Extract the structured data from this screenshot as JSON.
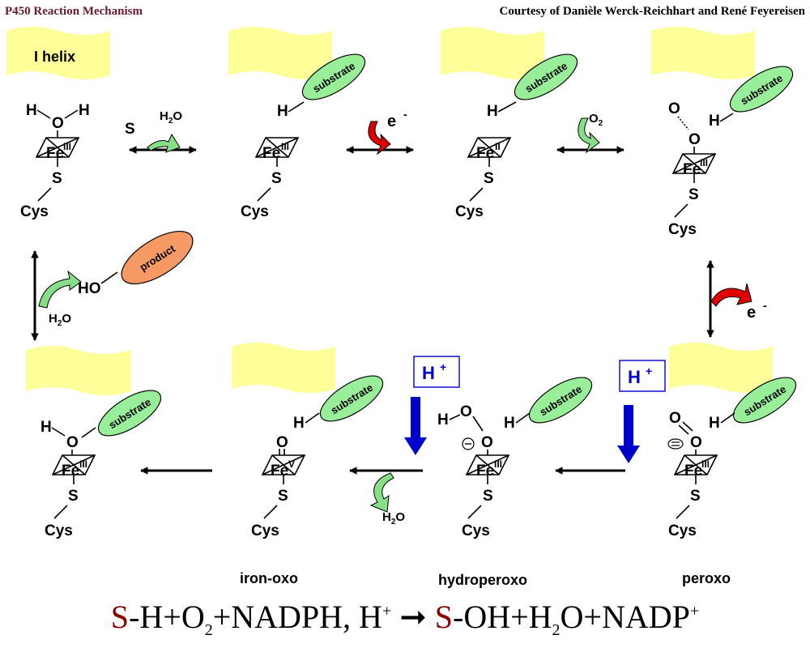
{
  "header": {
    "title": "P450 Reaction Mechanism",
    "credit": "Courtesy of Danièle Werck-Reichhart and René Feyereisen"
  },
  "labels": {
    "helix": "I helix",
    "substrate": "substrate",
    "product": "product",
    "cys": "Cys",
    "s": "S",
    "h": "H",
    "o": "O",
    "ho": "HO",
    "fe": "Fe",
    "ox_III": "III",
    "ox_II": "II",
    "ox_V": "V",
    "s_reactant": "S",
    "h2o_h": "H",
    "h2o_2": "2",
    "h2o_o": "O",
    "o2_o": "O",
    "o2_2": "2",
    "e": "e",
    "minus": "-",
    "h_plus_h": "H",
    "h_plus_sign": "+"
  },
  "intermediates": {
    "iron_oxo": "iron-oxo",
    "hydroperoxo": "hydroperoxo",
    "peroxo": "peroxo"
  },
  "equation": {
    "s1": "S",
    "part1": "-H+O",
    "sub1": "2",
    "part2": "+NADPH, H",
    "sup1": "+",
    "arrow": " ➞ ",
    "s2": "S",
    "part3": "-OH+H",
    "sub2": "2",
    "part4": "O+NADP",
    "sup2": "+"
  },
  "colors": {
    "title": "#6b1a2a",
    "helix": "#ffff99",
    "substrate": "#99ee99",
    "product": "#f59a64",
    "electron_arrow": "#e00000",
    "proton": "#0000cc",
    "equation_s": "#8b0000"
  }
}
